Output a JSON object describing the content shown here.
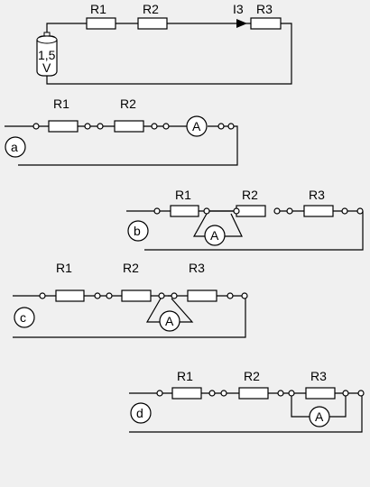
{
  "battery": {
    "voltage_line1": "1,5",
    "voltage_line2": "V"
  },
  "top_circuit": {
    "r1": "R1",
    "r2": "R2",
    "current": "I3",
    "r3": "R3"
  },
  "ammeter_symbol": "A",
  "options": [
    {
      "letter": "a",
      "labels": [
        "R1",
        "R2"
      ]
    },
    {
      "letter": "b",
      "labels": [
        "R1",
        "R2",
        "R3"
      ]
    },
    {
      "letter": "c",
      "labels": [
        "R1",
        "R2",
        "R3"
      ]
    },
    {
      "letter": "d",
      "labels": [
        "R1",
        "R2",
        "R3"
      ]
    }
  ]
}
